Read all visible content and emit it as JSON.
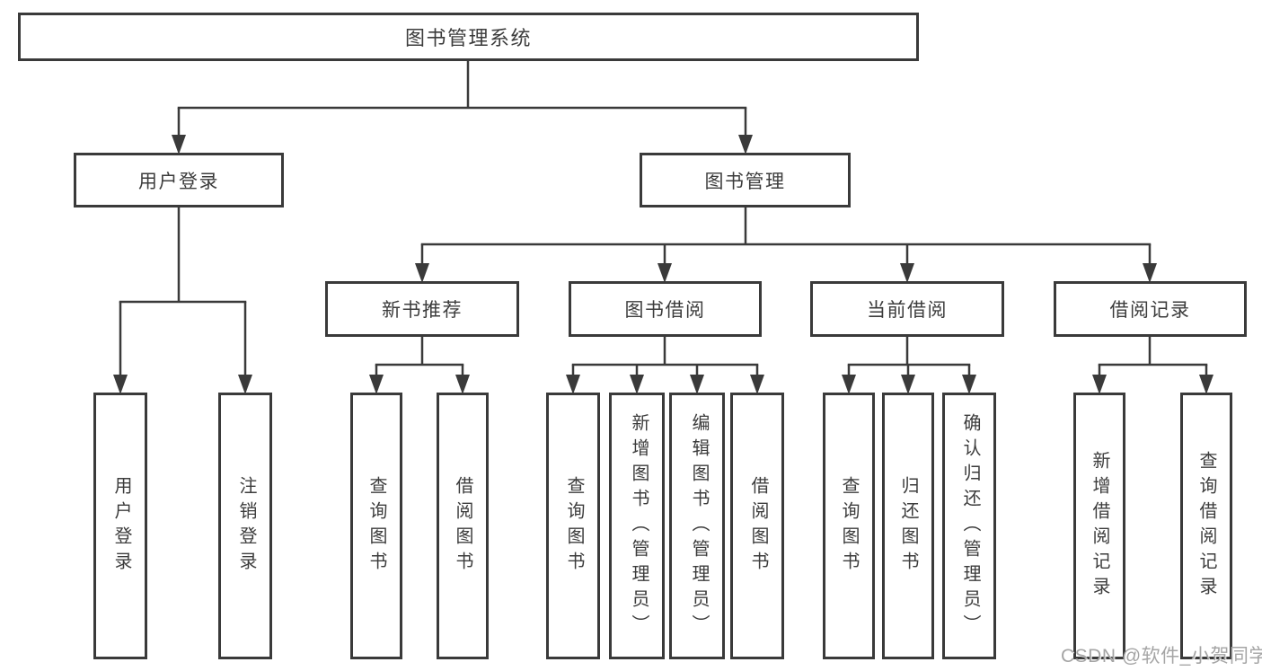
{
  "nodes": {
    "root": {
      "label": "图书管理系统"
    },
    "user_login": {
      "label": "用户登录"
    },
    "book_mgmt": {
      "label": "图书管理"
    },
    "new_book_rec": {
      "label": "新书推荐"
    },
    "book_borrow": {
      "label": "图书借阅"
    },
    "current_borrow": {
      "label": "当前借阅"
    },
    "borrow_records": {
      "label": "借阅记录"
    },
    "leaf_user_login": {
      "label": "用户登录"
    },
    "leaf_logout": {
      "label": "注销登录"
    },
    "leaf_query_book_rec": {
      "label": "查询图书"
    },
    "leaf_borrow_book_rec": {
      "label": "借阅图书"
    },
    "leaf_query_book_borrow": {
      "label": "查询图书"
    },
    "leaf_add_book": {
      "label": "新增图书（管理员）"
    },
    "leaf_edit_book": {
      "label": "编辑图书（管理员）"
    },
    "leaf_borrow_book_borrow": {
      "label": "借阅图书"
    },
    "leaf_query_book_current": {
      "label": "查询图书"
    },
    "leaf_return_book": {
      "label": "归还图书"
    },
    "leaf_confirm_return": {
      "label": "确认归还（管理员）"
    },
    "leaf_add_borrow_record": {
      "label": "新增借阅记录"
    },
    "leaf_query_borrow_record": {
      "label": "查询借阅记录"
    }
  },
  "hierarchy": {
    "图书管理系统": [
      "用户登录",
      "图书管理"
    ],
    "用户登录": [
      "用户登录",
      "注销登录"
    ],
    "图书管理": [
      "新书推荐",
      "图书借阅",
      "当前借阅",
      "借阅记录"
    ],
    "新书推荐": [
      "查询图书",
      "借阅图书"
    ],
    "图书借阅": [
      "查询图书",
      "新增图书（管理员）",
      "编辑图书（管理员）",
      "借阅图书"
    ],
    "当前借阅": [
      "查询图书",
      "归还图书",
      "确认归还（管理员）"
    ],
    "借阅记录": [
      "新增借阅记录",
      "查询借阅记录"
    ]
  },
  "watermark": "CSDN @软件_小贺同学",
  "colors": {
    "line": "#3a3a3a",
    "text": "#3c3c3c",
    "watermark": "#a5a5a5",
    "background": "#ffffff"
  }
}
